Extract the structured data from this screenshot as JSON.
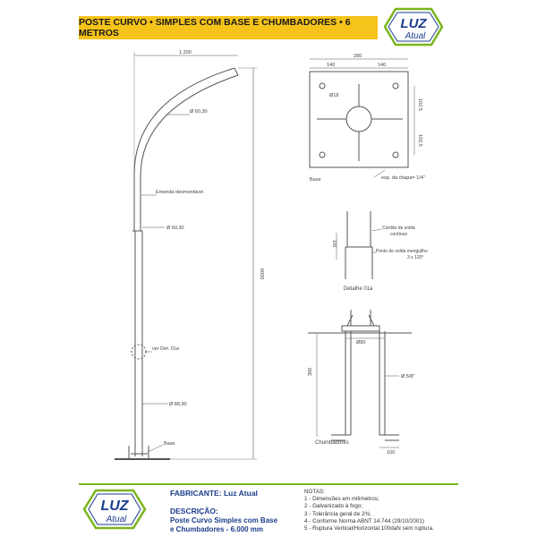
{
  "header": {
    "title": "POSTE CURVO • SIMPLES COM BASE E CHUMBADORES • 6 METROS"
  },
  "logo": {
    "word1": "LUZ",
    "word2": "Atual"
  },
  "pole": {
    "top_width": "1.200",
    "dia_top": "Ø 60,30",
    "joint_label": "Emenda desmontável",
    "dia_mid": "Ø 60,30",
    "height": "6000",
    "detail_ref": "ver Det. 01a",
    "dia_base": "Ø 88,90",
    "base_ref": "Base"
  },
  "base_plate": {
    "width": "280",
    "half_left": "140",
    "half_right": "140",
    "hole": "Ø18",
    "v1": "102,5",
    "v2": "102,5",
    "label": "Base",
    "thickness": "esp. da chapa= 1/4\""
  },
  "detail": {
    "weld_cord": "Cordão de solda",
    "weld_cord2": "contínuo",
    "plug_weld": "Ponto de solda menguilho",
    "plug_weld2": "3 x 120°",
    "dim": "100",
    "label": "Detalhe 01a"
  },
  "anchors": {
    "dia_inner": "Ø80",
    "height": "300",
    "dia_bolt": "Ø 5/8\"",
    "foot": "100",
    "label": "Chumbadores"
  },
  "footer": {
    "manufacturer_label": "FABRICANTE:",
    "manufacturer": "Luz Atual",
    "description_label": "DESCRIÇÃO:",
    "description_line1": "Poste Curvo Simples com Base",
    "description_line2": "e Chumbadores - 6.000 mm",
    "notes_title": "NOTAS:",
    "notes": [
      "1 - Dimensões em milímetros;",
      "2 - Galvanizado à fogo;",
      "3 - Tolerância geral de 2%;",
      "4 - Conforme Norma ABNT 14.744 (29/10/2001)",
      "5 - Ruptura Vertical/Horizontal 100daN sem ruptura."
    ]
  },
  "colors": {
    "title_bg": "#f5c31a",
    "brand_blue": "#1b3d8c",
    "brand_green": "#7ab51d"
  }
}
